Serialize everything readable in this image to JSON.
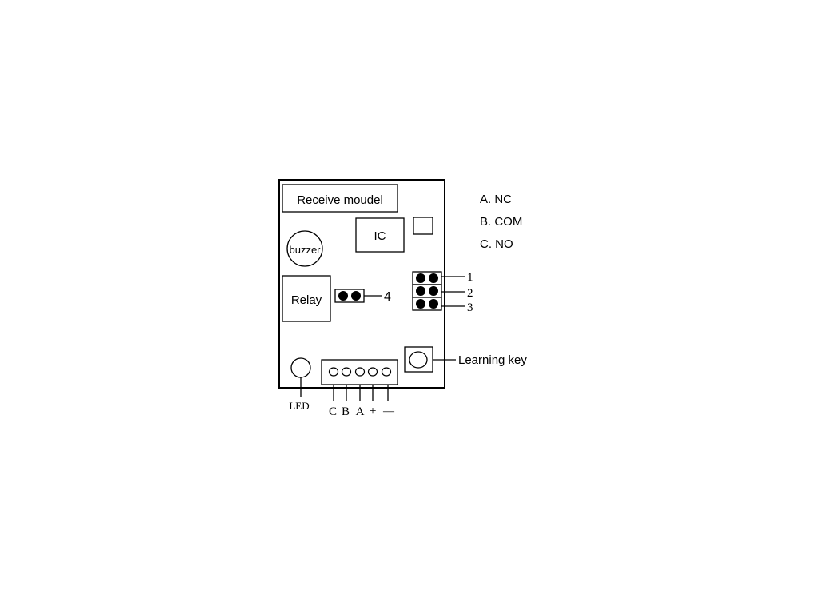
{
  "board": {
    "receive_module_label": "Receive moudel",
    "ic_label": "IC",
    "buzzer_label": "buzzer",
    "relay_label": "Relay",
    "jumper_4_label": "4",
    "jumper_1_label": "1",
    "jumper_2_label": "2",
    "jumper_3_label": "3",
    "learning_key_label": "Learning key",
    "led_label": "LED",
    "terminals": {
      "c": "C",
      "b": "B",
      "a": "A",
      "plus": "+",
      "minus": "—"
    }
  },
  "legend": {
    "a": "A. NC",
    "b": "B. COM",
    "c": "C. NO"
  },
  "colors": {
    "ink": "#000000",
    "paper": "#ffffff"
  }
}
